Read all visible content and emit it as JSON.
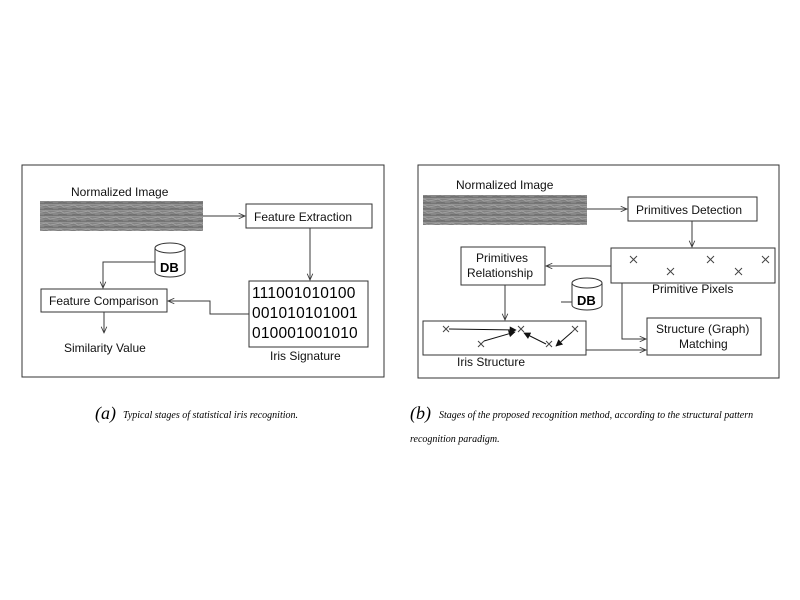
{
  "panel_a": {
    "normalized_image_label": "Normalized Image",
    "feature_extraction": "Feature   Extraction",
    "db": "DB",
    "feature_comparison": "Feature Comparison",
    "similarity_value": "Similarity Value",
    "signature_lines": [
      "111001010100",
      "001010101001",
      "010001001010"
    ],
    "iris_signature": "Iris Signature"
  },
  "panel_b": {
    "normalized_image_label": "Normalized Image",
    "primitives_detection": "Primitives Detection",
    "primitives_relationship_line1": "Primitives",
    "primitives_relationship_line2": "Relationship",
    "primitive_pixels": "Primitive Pixels",
    "db": "DB",
    "structure_matching_line1": "Structure (Graph)",
    "structure_matching_line2": "Matching",
    "iris_structure": "Iris Structure"
  },
  "captions": {
    "a_letter": "(a)",
    "a_text": "Typical stages of statistical iris recognition.",
    "b_letter": "(b)",
    "b_text_line1": "Stages of the proposed recognition method, according to the structural pattern",
    "b_text_line2": "recognition paradigm."
  },
  "colors": {
    "line": "#3a3a3a",
    "iris_strip": "#8c8c8c"
  }
}
